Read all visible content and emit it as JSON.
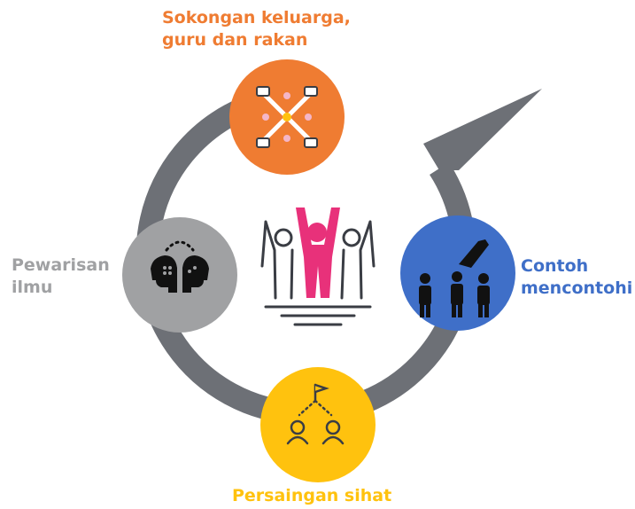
{
  "colors": {
    "ring": "#6d7076",
    "orange": "#ef7c32",
    "gray": "#a0a1a3",
    "blue": "#3f6fc8",
    "yellow": "#ffc20e",
    "pink": "#e8317a",
    "icon_line": "#3a3d44"
  },
  "nodes": {
    "top": {
      "text": "Sokongan keluarga,\nguru dan rakan",
      "color": "#ef7c32",
      "icon": "handshake-hands-icon"
    },
    "left": {
      "text": "Pewarisan\nilmu",
      "color": "#a0a1a3",
      "icon": "heads-knowledge-transfer-icon"
    },
    "right": {
      "text": "Contoh\nmencontohi",
      "color": "#3f6fc8",
      "icon": "role-model-people-icon"
    },
    "bottom": {
      "text": "Persaingan sihat",
      "color": "#ffc20e",
      "icon": "competition-flag-icon"
    }
  },
  "center": {
    "icon": "celebrating-group-icon"
  }
}
